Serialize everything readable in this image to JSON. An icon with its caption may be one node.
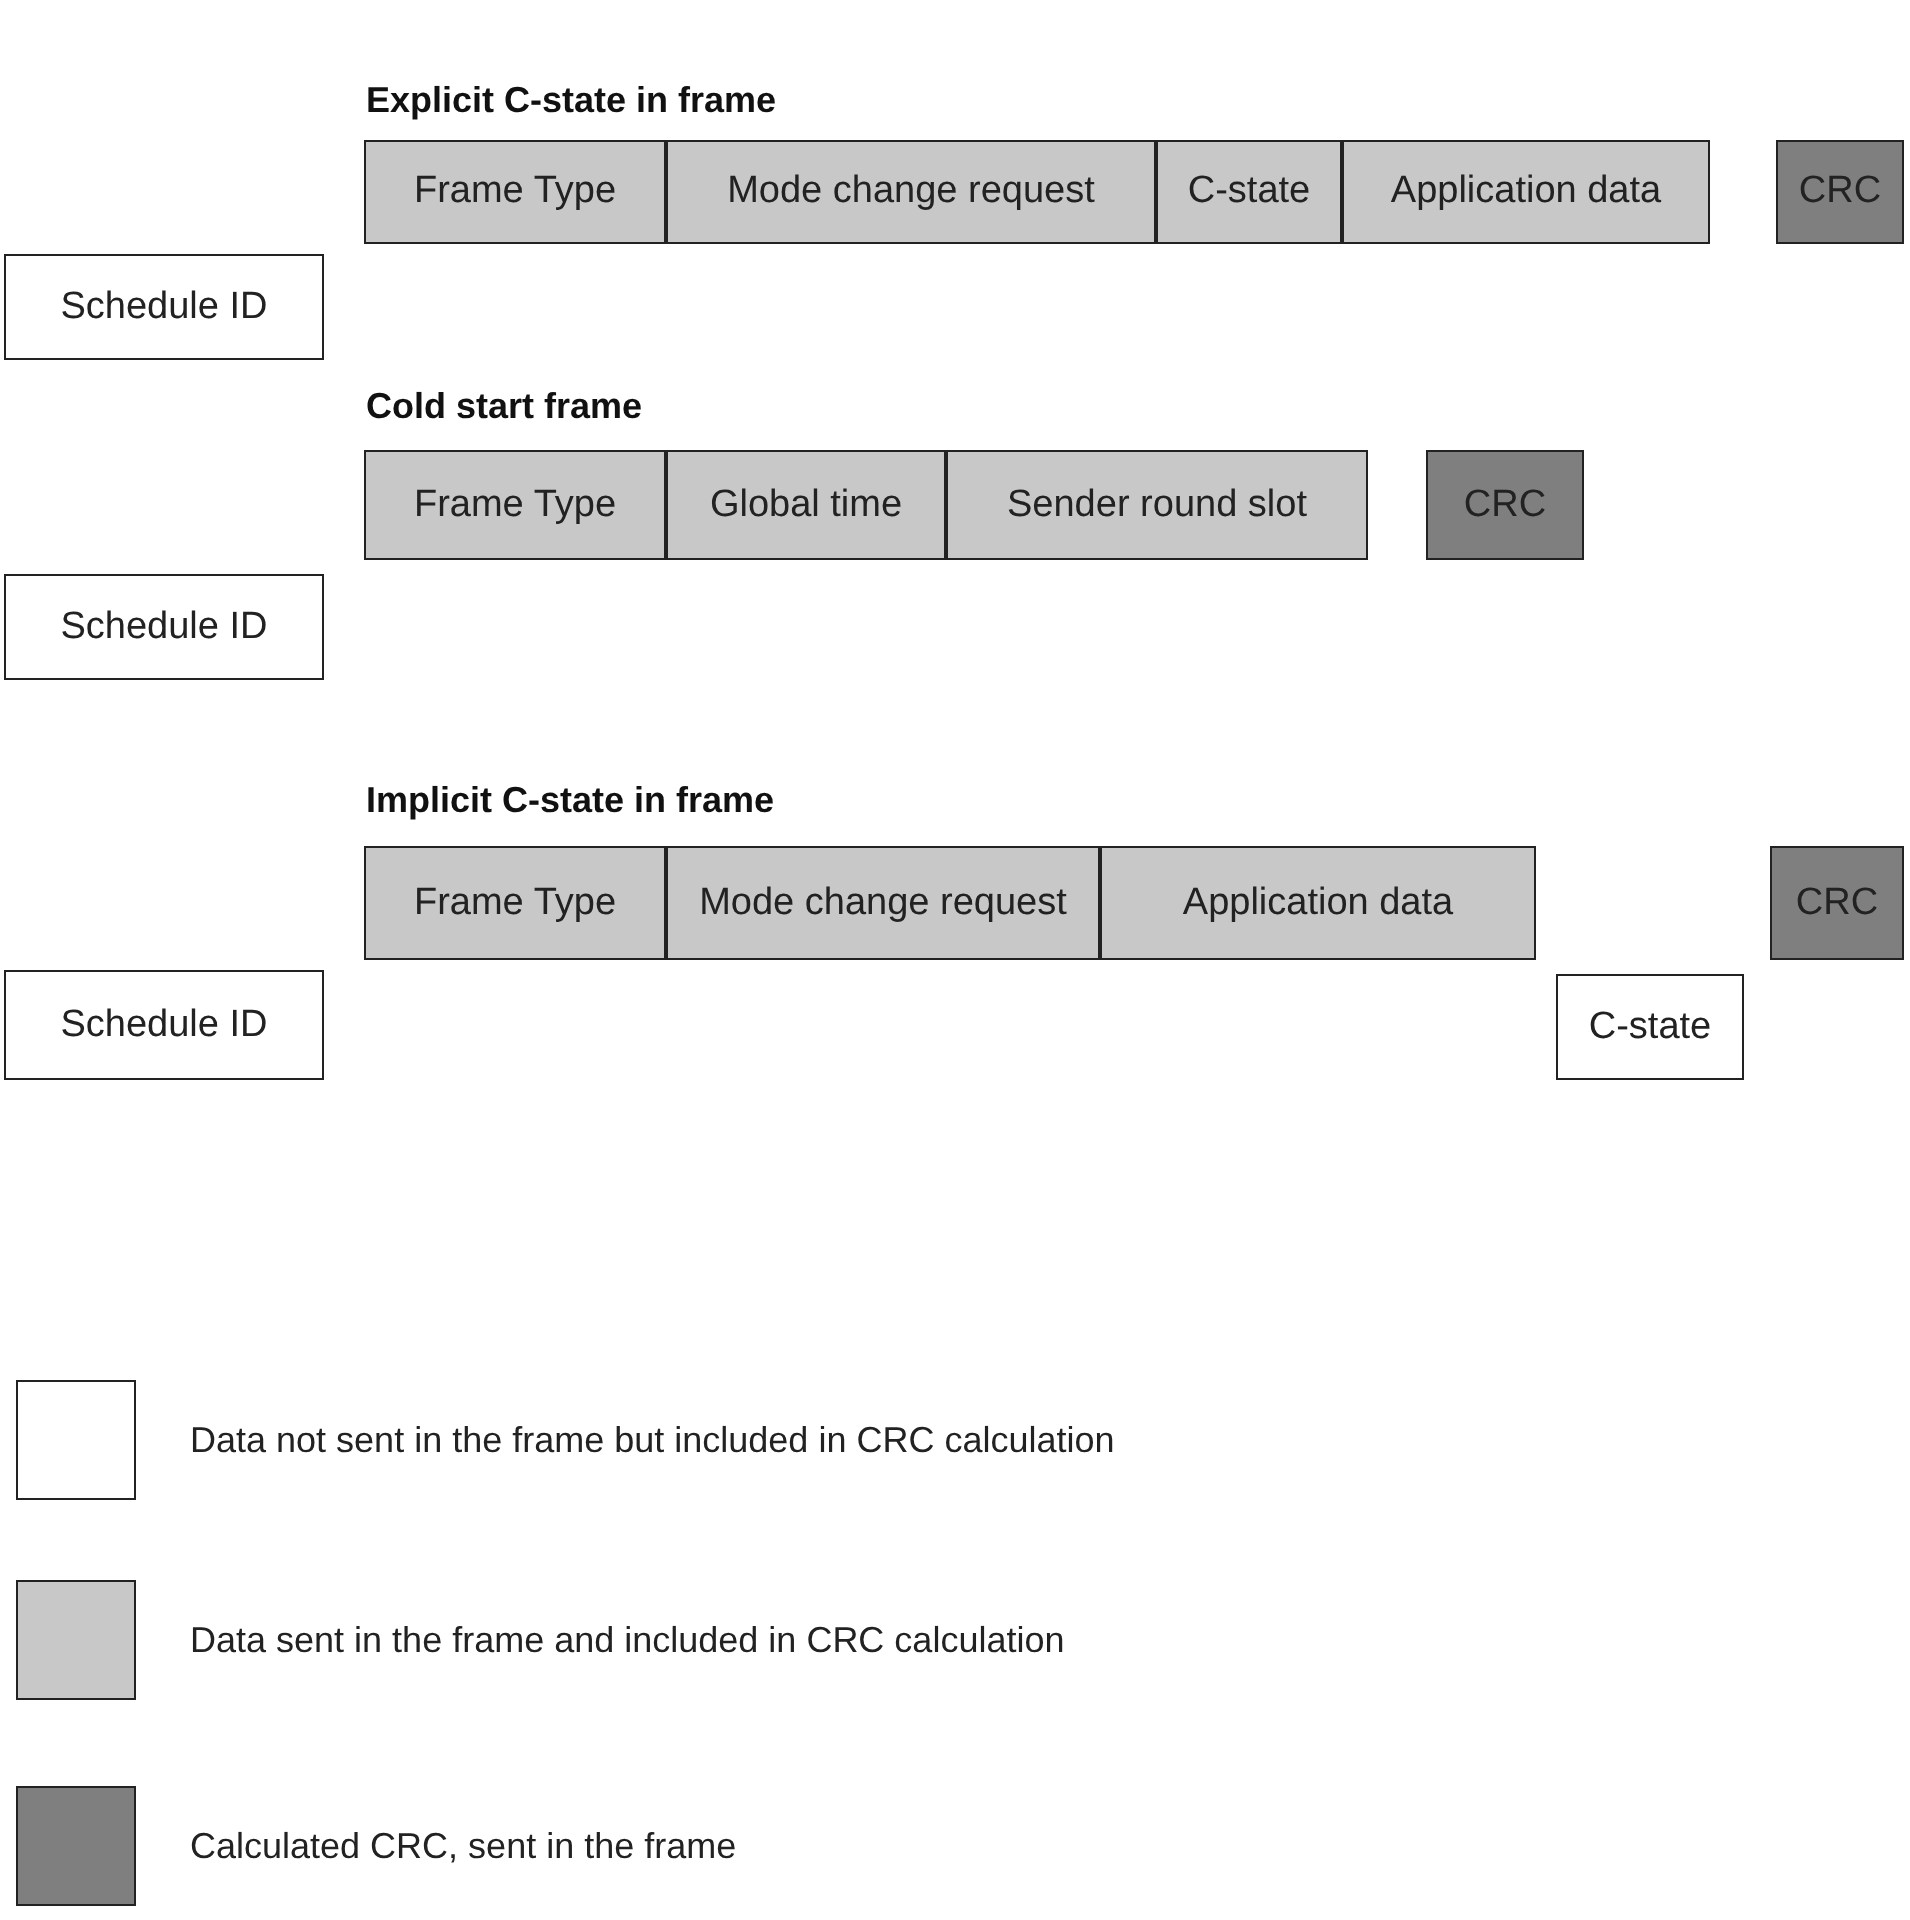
{
  "diagram": {
    "nodes": [
      {
        "text": [
          "Frame Type"
        ]
      },
      {
        "text": [
          "Mode change request"
        ]
      },
      {
        "text": [
          "C-state"
        ]
      },
      {
        "text": [
          "Application data"
        ]
      },
      {
        "text": [
          "CRC"
        ]
      },
      {
        "text": [
          "Schedule ID"
        ]
      },
      {
        "text": [
          "Frame Type"
        ]
      },
      {
        "text": [
          "Global time"
        ]
      },
      {
        "text": [
          "Sender round slot"
        ]
      },
      {
        "text": [
          "CRC"
        ]
      },
      {
        "text": [
          "Schedule ID"
        ]
      },
      {
        "text": [
          "Frame Type"
        ]
      },
      {
        "text": [
          "Mode change request"
        ]
      },
      {
        "text": [
          "Application data"
        ]
      },
      {
        "text": [
          "CRC"
        ]
      },
      {
        "text": [
          "Schedule ID"
        ]
      },
      {
        "text": [
          "C-state"
        ]
      }
    ],
    "labels": [
      "Explicit C-state in frame",
      "Cold start frame",
      "Implicit C-state in frame"
    ],
    "legend": [
      {
        "text": "Data not sent in the frame but included in CRC calculation",
        "color": "#ffffff"
      },
      {
        "text": "Data sent in the frame and included in CRC calculation",
        "color": "#c8c8c8"
      },
      {
        "text": "Calculated CRC, sent in the frame",
        "color": "#7f7f7f"
      }
    ]
  }
}
